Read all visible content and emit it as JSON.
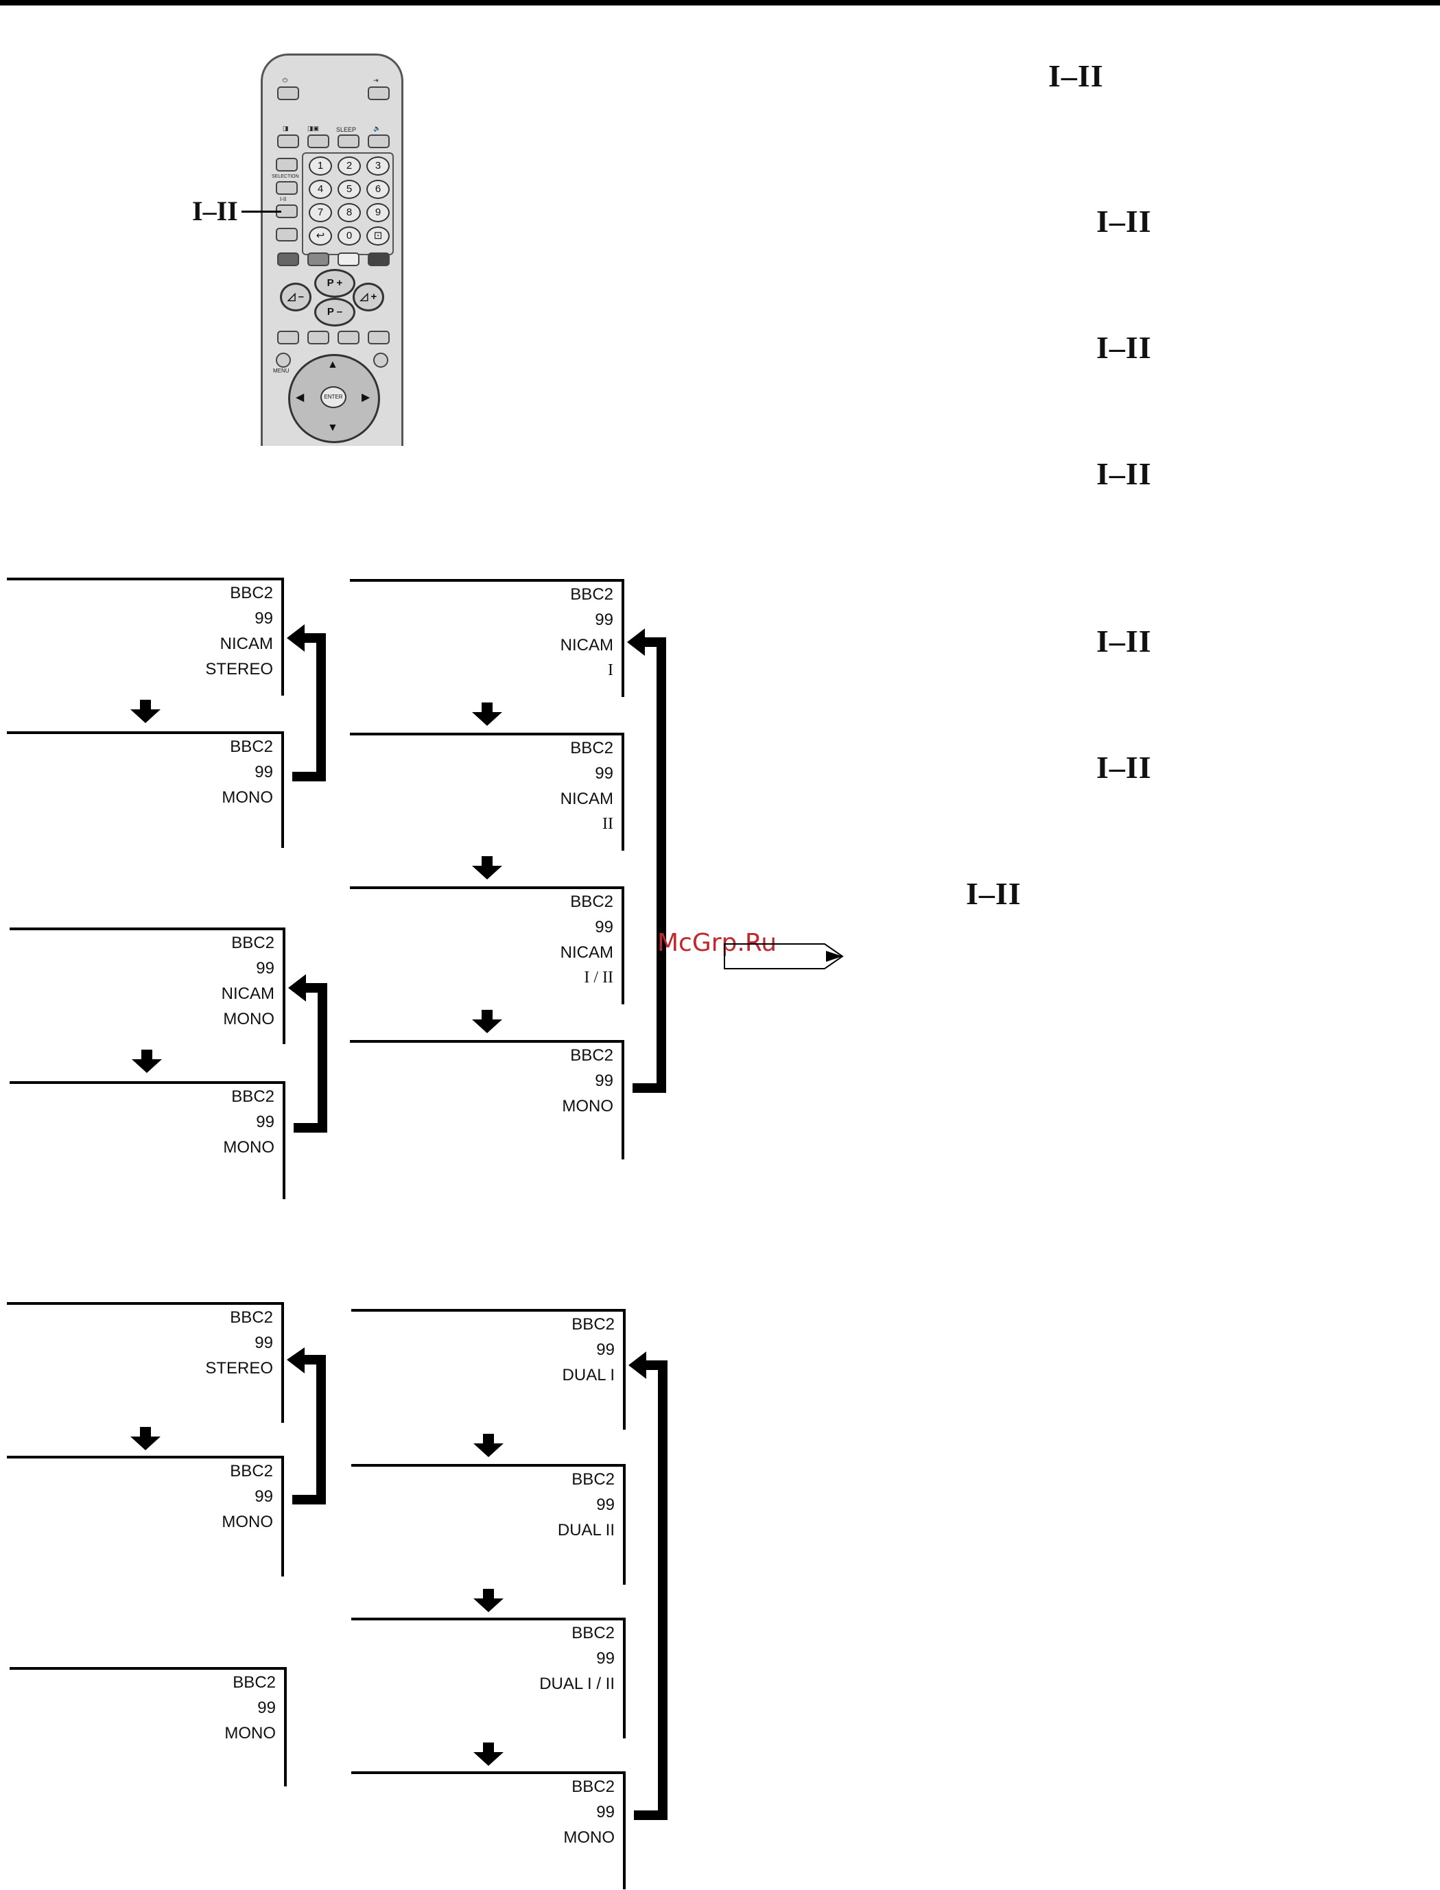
{
  "remote": {
    "labels": {
      "sleep": "SLEEP",
      "selection": "SELECTION",
      "menu": "MENU",
      "enter": "ENTER",
      "mode_button": "I-II"
    },
    "numbers": [
      "1",
      "2",
      "3",
      "4",
      "5",
      "6",
      "7",
      "8",
      "9",
      "0"
    ],
    "p_plus": "P +",
    "p_minus": "P –",
    "vol_minus": "◿ –",
    "vol_plus": "◿ +"
  },
  "callout": {
    "label": "I–II"
  },
  "sidebar": {
    "symbols": [
      "I–II",
      "I–II",
      "I–II",
      "I–II",
      "I–II",
      "I–II",
      "I–II"
    ]
  },
  "section1": {
    "left_top": [
      "BBC2",
      "99",
      "NICAM",
      "STEREO"
    ],
    "left_bottom": [
      "BBC2",
      "99",
      "MONO"
    ],
    "right": [
      [
        "BBC2",
        "99",
        "NICAM",
        "I"
      ],
      [
        "BBC2",
        "99",
        "NICAM",
        "II"
      ],
      [
        "BBC2",
        "99",
        "NICAM",
        "I / II"
      ],
      [
        "BBC2",
        "99",
        "MONO"
      ]
    ]
  },
  "section2": {
    "left_top": [
      "BBC2",
      "99",
      "NICAM",
      "MONO"
    ],
    "left_bottom": [
      "BBC2",
      "99",
      "MONO"
    ]
  },
  "section3": {
    "left_top": [
      "BBC2",
      "99",
      "STEREO"
    ],
    "left_bottom": [
      "BBC2",
      "99",
      "MONO"
    ],
    "left_single": [
      "BBC2",
      "99",
      "MONO"
    ],
    "right": [
      [
        "BBC2",
        "99",
        "DUAL I"
      ],
      [
        "BBC2",
        "99",
        "DUAL II"
      ],
      [
        "BBC2",
        "99",
        "DUAL  I / II"
      ],
      [
        "BBC2",
        "99",
        "MONO"
      ]
    ]
  },
  "watermark": "McGrp.Ru"
}
